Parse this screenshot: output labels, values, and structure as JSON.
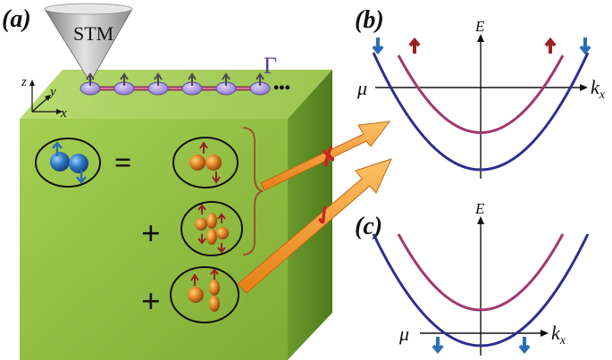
{
  "panels": {
    "a": "(a)",
    "b": "(b)",
    "c": "(c)"
  },
  "stm": {
    "label": "STM"
  },
  "chain": {
    "label": "Γ",
    "ellipsis": "•••"
  },
  "axes3d": {
    "z": "z",
    "y": "y",
    "x": "x"
  },
  "equation": {
    "equals": "=",
    "plus1": "+",
    "plus2": "+"
  },
  "marks": {
    "blocked": "✗",
    "allowed": "✓"
  },
  "plot_b": {
    "energy_axis": "E",
    "chem_potential": "μ",
    "momentum": "k",
    "momentum_sub": "x"
  },
  "plot_c": {
    "energy_axis": "E",
    "chem_potential": "μ",
    "momentum": "k",
    "momentum_sub": "x"
  },
  "colors": {
    "cube_front": "#8aba3e",
    "cube_top": "#a7cf5c",
    "cube_side": "#5d8b28",
    "spin_up_band": "#a1386e",
    "spin_down_band": "#2e2d8f",
    "arrow_orange": "#f49a2c",
    "cooper_blue": "#2f78c4",
    "orbital_orange": "#d4731f",
    "up_arrow": "#9b2020",
    "down_arrow": "#2a6fb5",
    "chain_site": "#a58ed6"
  }
}
